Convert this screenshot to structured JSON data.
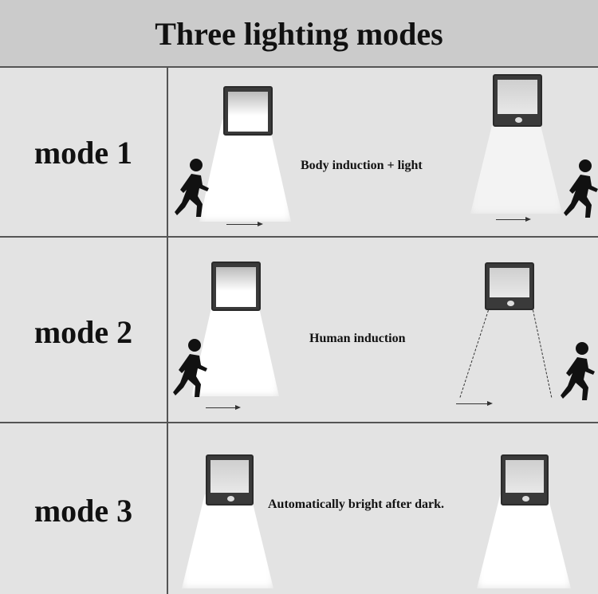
{
  "title": "Three lighting modes",
  "modes": [
    {
      "label": "mode 1",
      "caption": "Body induction + light"
    },
    {
      "label": "mode 2",
      "caption": "Human induction"
    },
    {
      "label": "mode 3",
      "caption": "Automatically bright after dark."
    }
  ]
}
